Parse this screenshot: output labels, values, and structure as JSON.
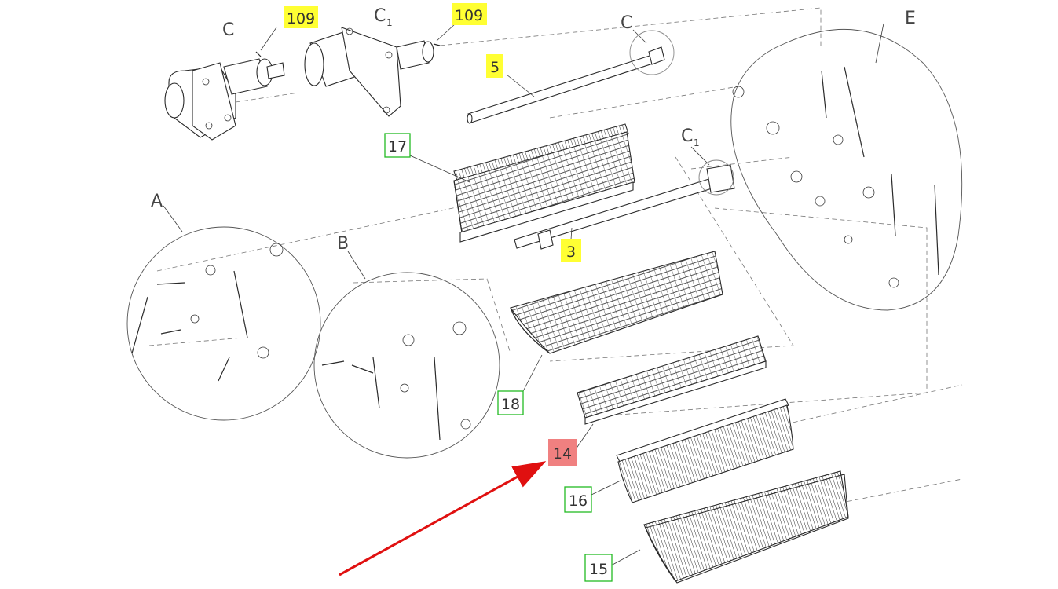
{
  "group_labels": {
    "c_left": "C",
    "c1_top": "C",
    "c1_top_sub": "1",
    "c_right": "C",
    "c1_mid": "C",
    "c1_mid_sub": "1",
    "e": "E",
    "a": "A",
    "b": "B"
  },
  "callouts": {
    "p109_left": "109",
    "p109_right": "109",
    "p5": "5",
    "p17": "17",
    "p3": "3",
    "p18": "18",
    "p14": "14",
    "p16": "16",
    "p15": "15"
  },
  "colors": {
    "highlight_yellow": "#ffff33",
    "highlight_red": "#f08080",
    "box_green": "#22bb22",
    "arrow_red": "#e01010"
  }
}
